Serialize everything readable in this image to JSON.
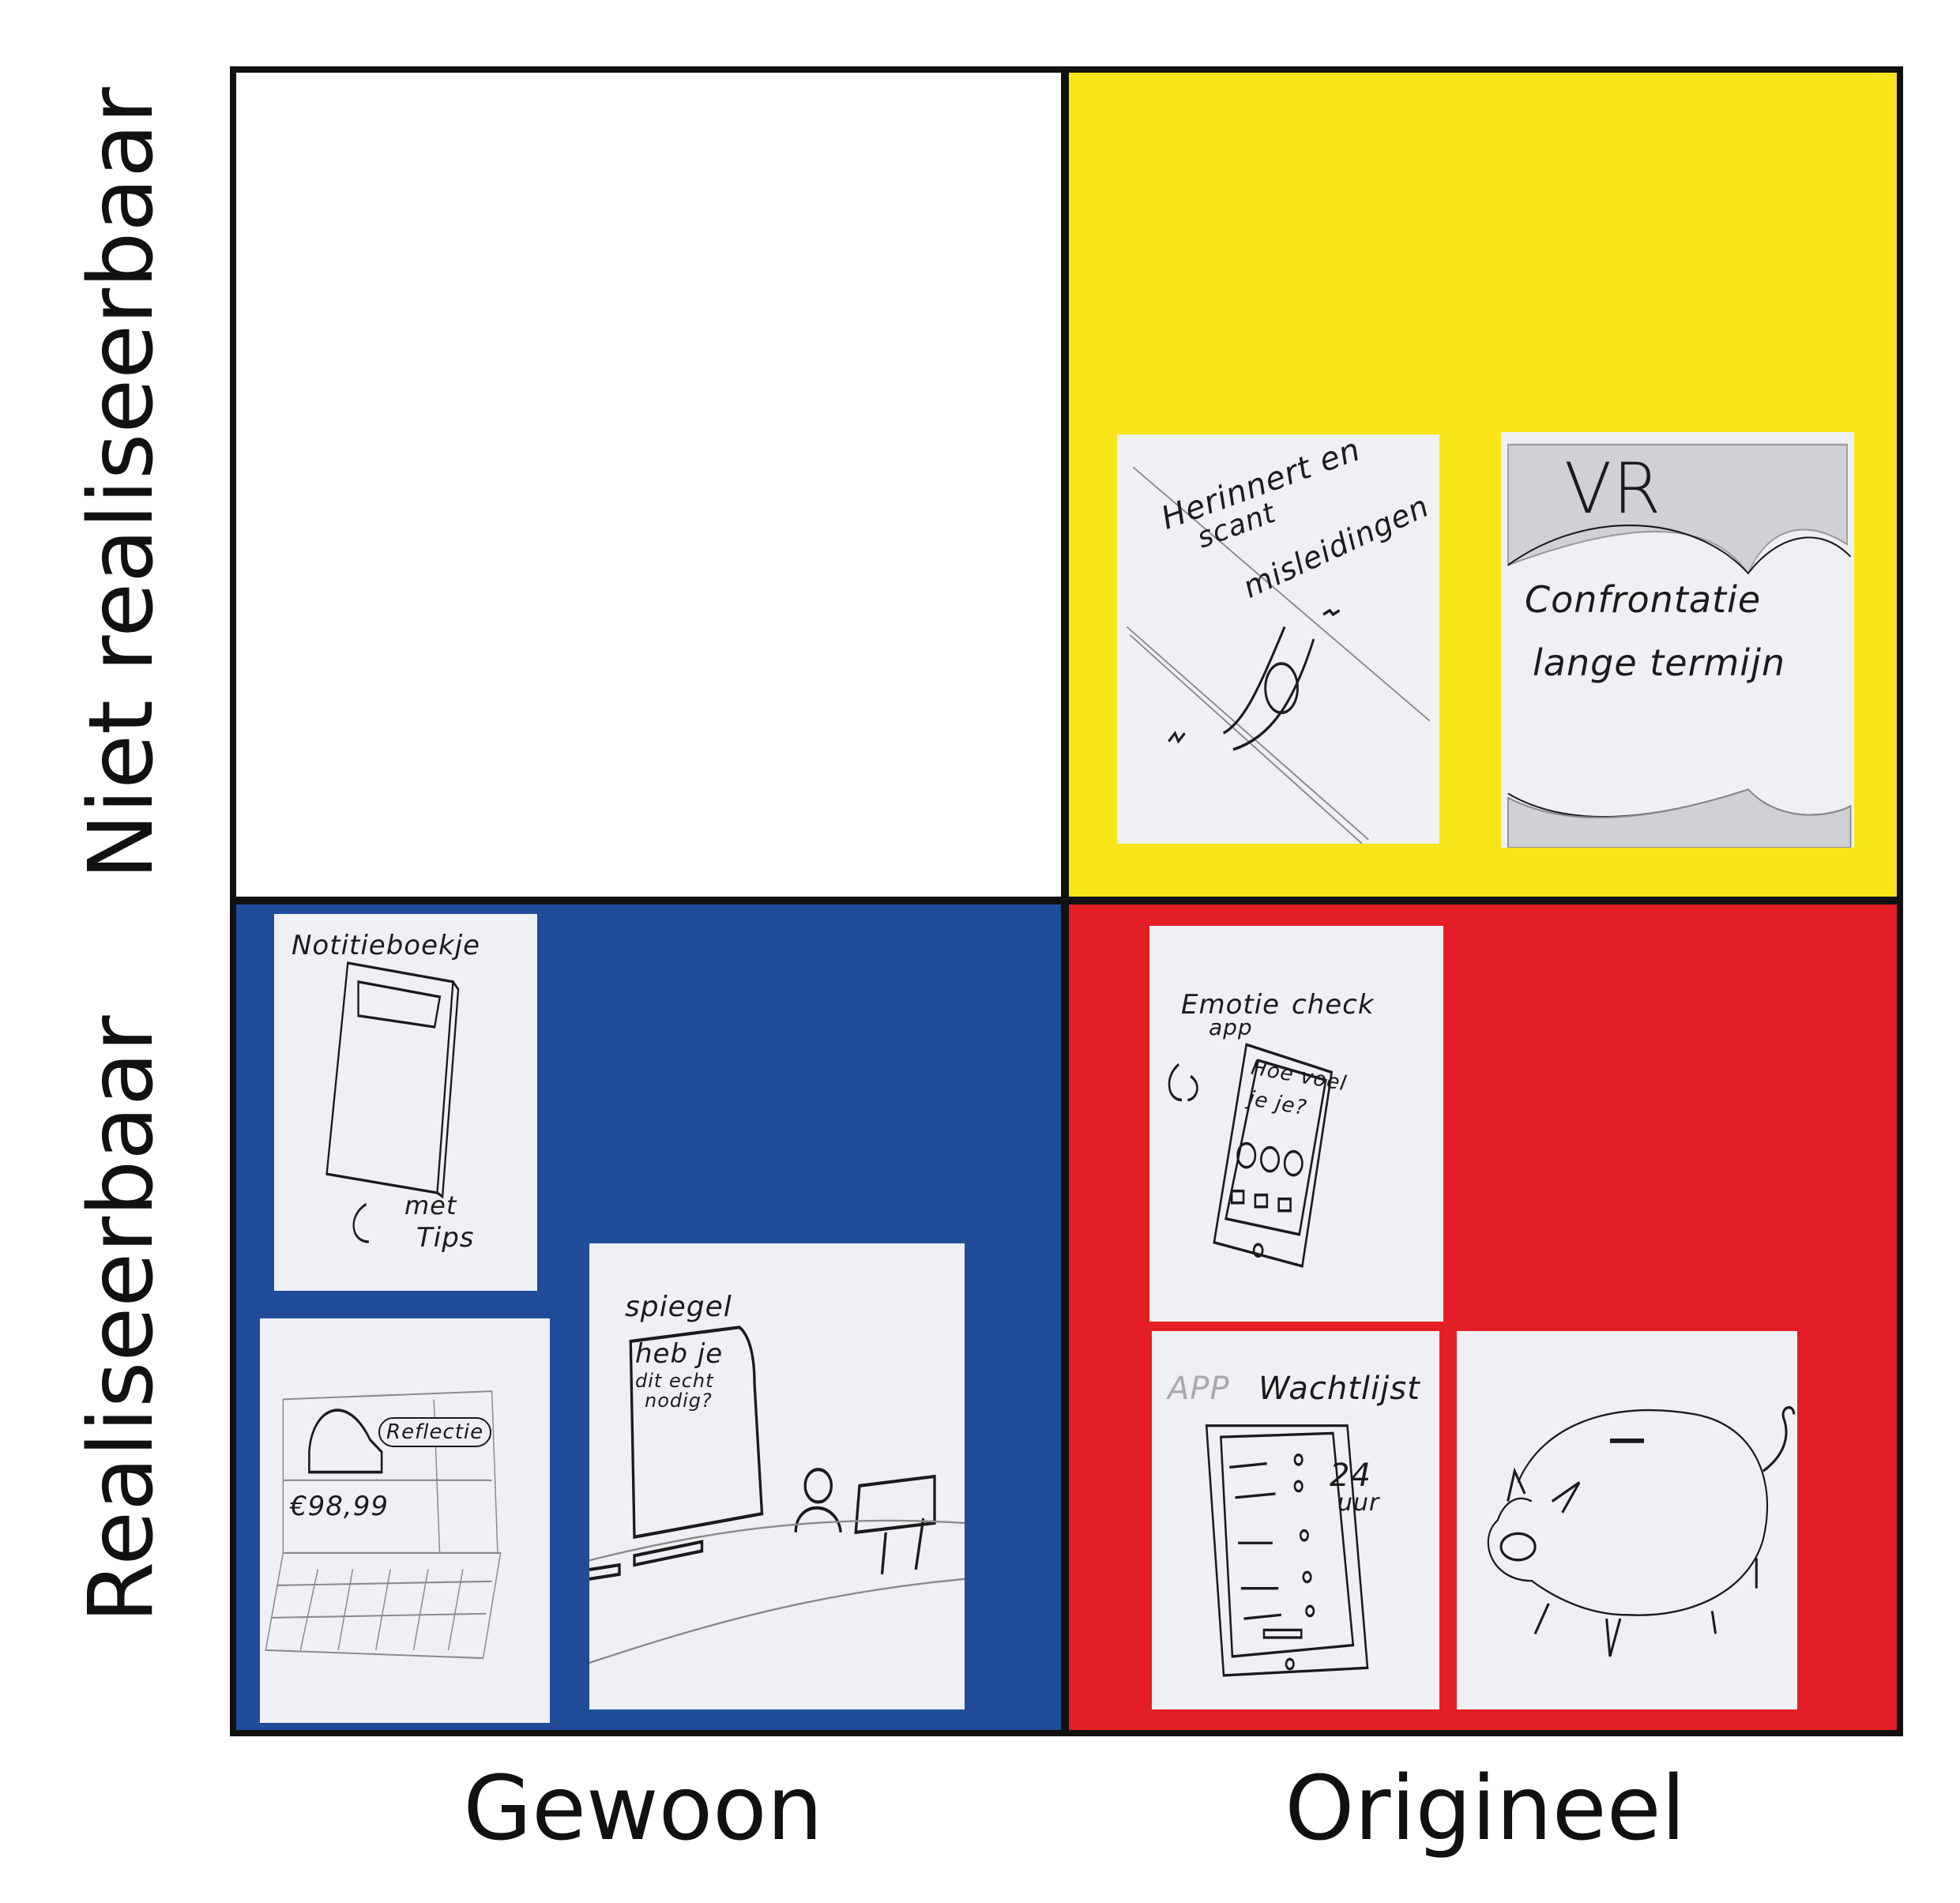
{
  "colors": {
    "top_left": "#FFFFFF",
    "top_right": "#F8E51A",
    "bottom_left": "#214C9A",
    "bottom_right": "#E41E26",
    "frame": "#111111"
  },
  "axes": {
    "x_left": "Gewoon",
    "x_right": "Origineel",
    "y_top": "Niet realiseerbaar",
    "y_bottom": "Realiseerbaar"
  },
  "sketches": {
    "herinnert": {
      "lines": [
        "Herinnert en",
        "scant",
        "misleidingen"
      ]
    },
    "vr": {
      "title": "VR",
      "lines": [
        "Confrontatie",
        "lange termijn"
      ]
    },
    "notitieboekje": {
      "title": "Notitieboekje",
      "lines": [
        "met",
        "Tips"
      ]
    },
    "laptop": {
      "bubble": "Reflectie",
      "price": "€98,99"
    },
    "spiegel": {
      "title": "spiegel",
      "lines": [
        "heb je",
        "dit echt",
        "nodig?"
      ]
    },
    "emotie": {
      "title": "Emotie",
      "sub": "app",
      "title2": "check",
      "lines": [
        "Hoe voel",
        "je je?"
      ]
    },
    "wachtlijst": {
      "title": "APP",
      "title2": "Wachtlijst",
      "lines": [
        "24",
        "uur"
      ]
    },
    "spaarvarken": {}
  }
}
